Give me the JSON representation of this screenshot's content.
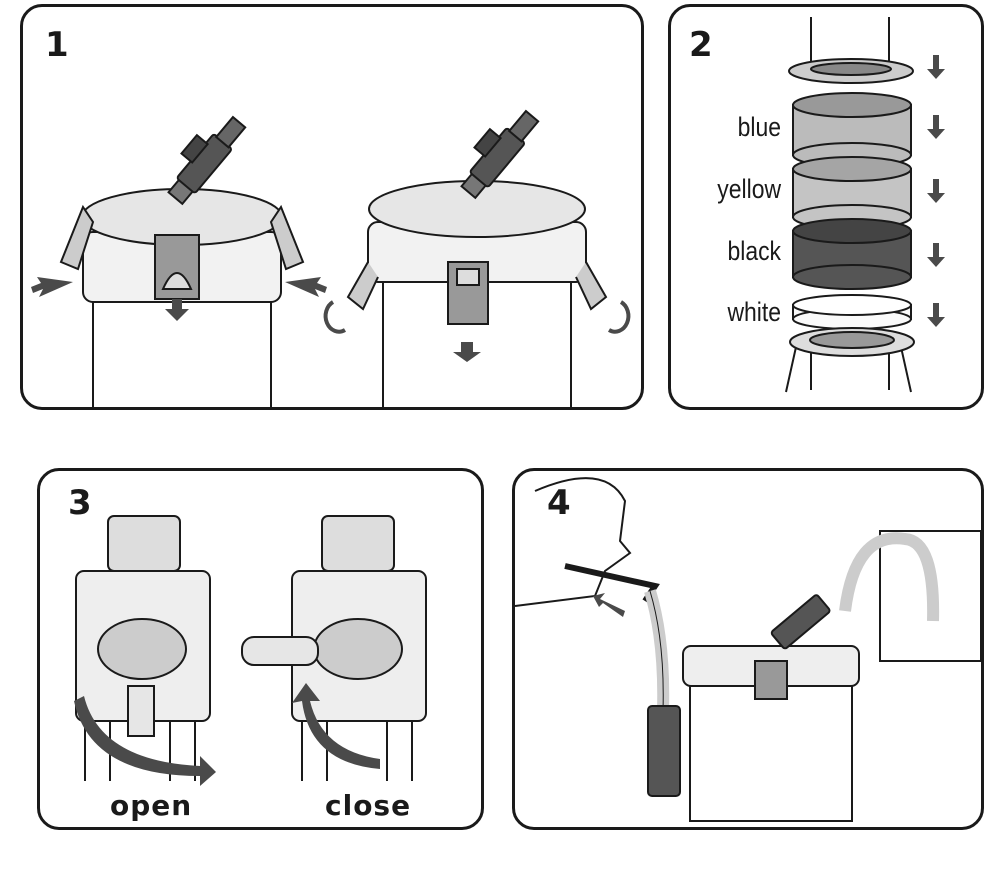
{
  "panels": [
    {
      "number": "1"
    },
    {
      "number": "2",
      "layers": [
        "blue",
        "yellow",
        "black",
        "white"
      ]
    },
    {
      "number": "3",
      "captions": [
        "open",
        "close"
      ]
    },
    {
      "number": "4"
    }
  ],
  "colors": {
    "outline": "#1a1a1a",
    "dark_part": "#555555",
    "light_part": "#e6e6e6",
    "arrow": "#4a4a4a"
  }
}
